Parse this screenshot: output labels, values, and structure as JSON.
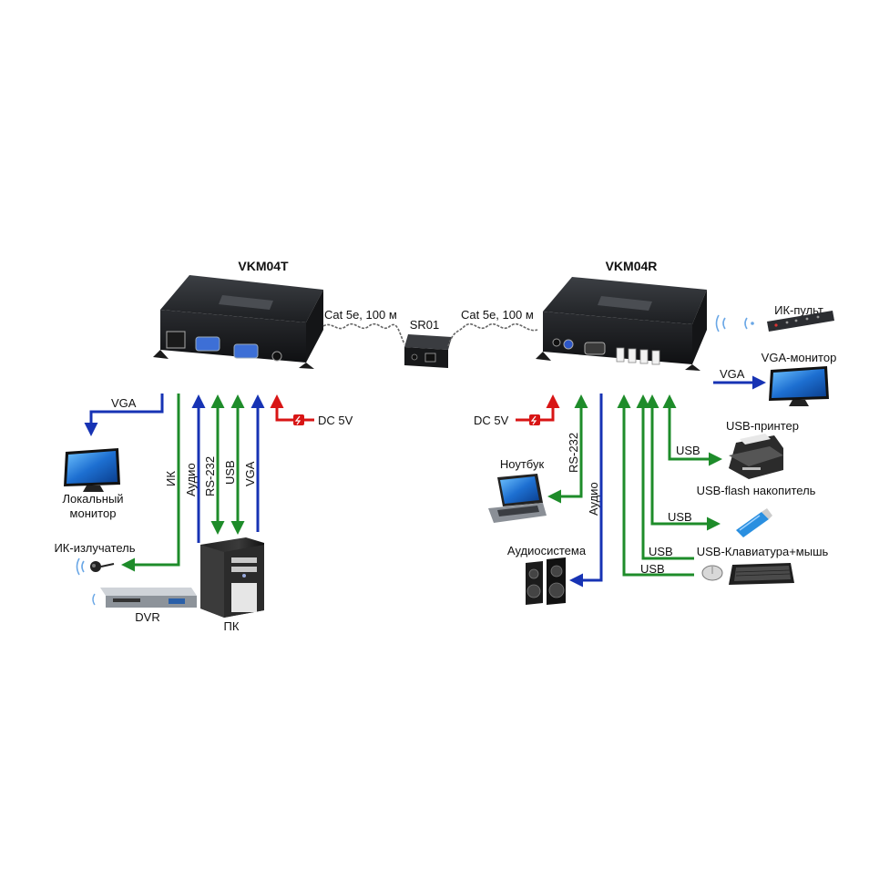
{
  "transmitter": {
    "title": "VKM04T"
  },
  "receiver": {
    "title": "VKM04R"
  },
  "repeater": {
    "title": "SR01"
  },
  "cable_left": "Cat 5e, 100 м",
  "cable_right": "Cat 5e, 100 м",
  "left": {
    "vga_out": "VGA",
    "local_monitor_line1": "Локальный",
    "local_monitor_line2": "монитор",
    "ir_line": "ИК",
    "audio_line": "Аудио",
    "rs232_line": "RS-232",
    "usb_line": "USB",
    "vga_line": "VGA",
    "power": "DC 5V",
    "ir_emitter": "ИК-излучатель",
    "dvr": "DVR",
    "pc": "ПК"
  },
  "right": {
    "power": "DC 5V",
    "rs232_line": "RS-232",
    "audio_line": "Аудио",
    "laptop": "Ноутбук",
    "audio_system": "Аудиосистема",
    "ir_remote": "ИК-пульт",
    "vga_line": "VGA",
    "vga_monitor": "VGA-монитор",
    "usb_printer": "USB-принтер",
    "usb_flash": "USB-flash накопитель",
    "usb_keyboard": "USB-Клавиатура+мышь",
    "usb1": "USB",
    "usb2": "USB",
    "usb3": "USB",
    "usb4": "USB"
  },
  "colors": {
    "green": "#1e8c2a",
    "blue": "#1733b4",
    "red": "#d81515",
    "device": "#2b2d31"
  }
}
